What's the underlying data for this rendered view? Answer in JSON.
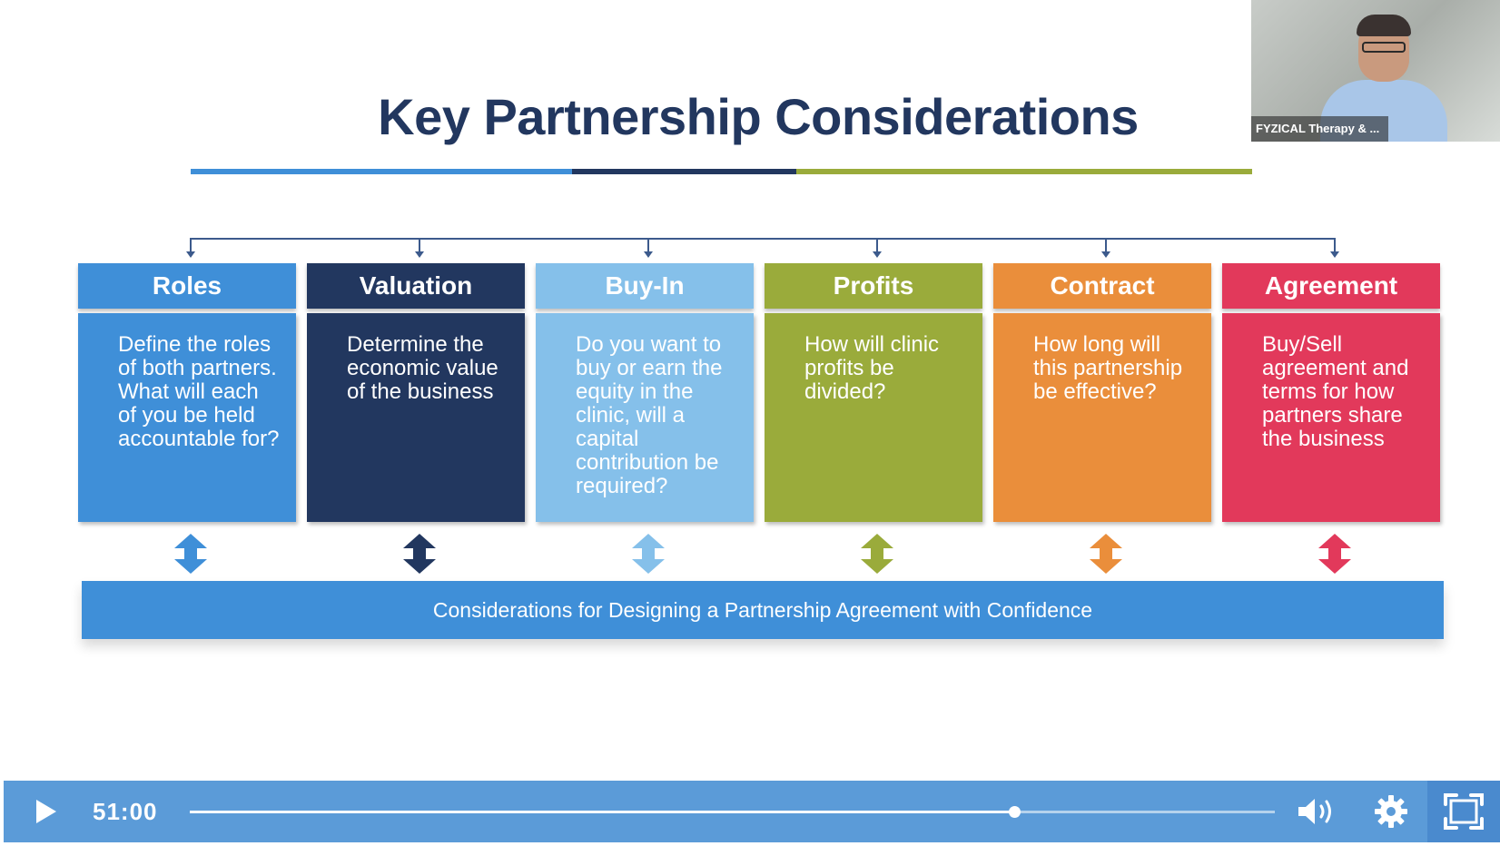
{
  "slide": {
    "title": "Key Partnership Considerations",
    "title_bar_colors": [
      "#3f8fd8",
      "#22375f",
      "#9aab3b"
    ],
    "connector_color": "#3c5a8c",
    "columns": [
      {
        "header": "Roles",
        "body": "Define the roles of both partners. What will each of you be held accountable for?",
        "header_color": "#3f8fd8",
        "body_color": "#3f8fd8"
      },
      {
        "header": "Valuation",
        "body": "Determine the economic value of the business",
        "header_color": "#22375f",
        "body_color": "#22375f"
      },
      {
        "header": "Buy-In",
        "body": "Do you want to buy or earn the equity in the clinic, will a capital contribution be required?",
        "header_color": "#85c0ea",
        "body_color": "#85c0ea"
      },
      {
        "header": "Profits",
        "body": "How will clinic profits be divided?",
        "header_color": "#9aab3b",
        "body_color": "#9aab3b"
      },
      {
        "header": "Contract",
        "body": "How long will this partnership be effective?",
        "header_color": "#ea8e3b",
        "body_color": "#ea8e3b"
      },
      {
        "header": "Agreement",
        "body": "Buy/Sell agreement and terms for how partners share the business",
        "header_color": "#e2395b",
        "body_color": "#e2395b"
      }
    ],
    "footer": "Considerations for Designing a Partnership Agreement with Confidence",
    "footer_color": "#3f8fd8"
  },
  "webcam": {
    "participant_label": "FYZICAL Therapy & ..."
  },
  "player": {
    "time": "51:00",
    "progress": 0.76,
    "play_icon": "play-icon",
    "volume_icon": "volume-icon",
    "settings_icon": "gear-icon",
    "fullscreen_icon": "fullscreen-icon",
    "bar_color": "#5b9bd8"
  }
}
